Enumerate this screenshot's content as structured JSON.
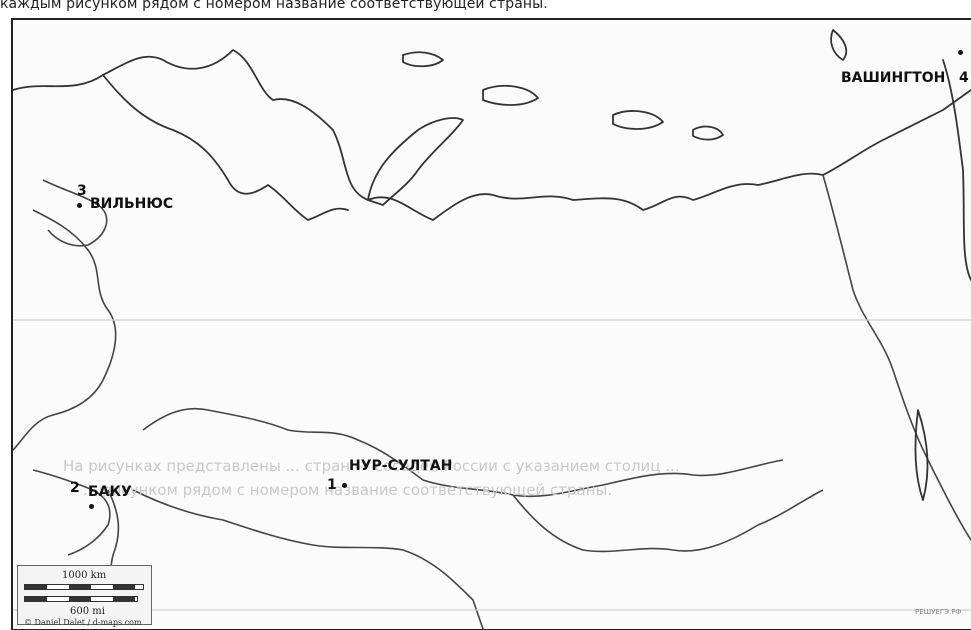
{
  "caption": "каждым рисунком рядом с номером название соответствующей страны.",
  "cities": [
    {
      "name": "ВАШИНГТОН",
      "number": "4"
    },
    {
      "name": "ВИЛЬНЮС",
      "number": "3"
    },
    {
      "name": "НУР-СУЛТАН",
      "number": "1"
    },
    {
      "name": "БАКУ",
      "number": "2"
    }
  ],
  "faint_text": {
    "line1": "На рисунках представлены ... стран — соседей России с указанием столиц ...",
    "line2": "... рисунком рядом с номером название соответствующей страны."
  },
  "scale": {
    "km_label": "1000 km",
    "mi_label": "600 mi",
    "copyright": "© Daniel Dalet / d-maps.com"
  },
  "watermark": "РЕШУЕГЭ.РФ"
}
